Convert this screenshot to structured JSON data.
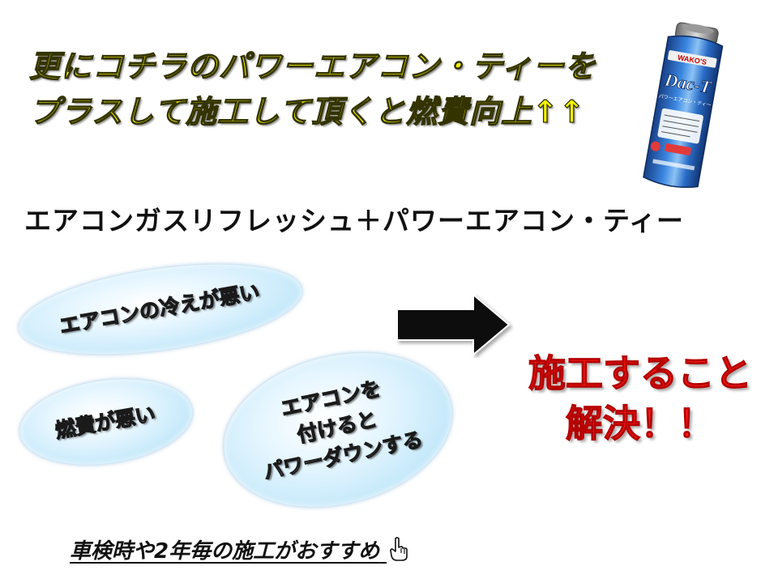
{
  "headline": {
    "line1": "更にコチラのパワーエアコン・ティーを",
    "line2": "プラスして施工して頂くと燃費向上↑↑"
  },
  "product": {
    "brand": "WAKO'S",
    "logo": "Dac-T",
    "label": "パワーエアコン・ティー",
    "icon": "product-can-image"
  },
  "subtitle": "エアコンガスリフレッシュ＋パワーエアコン・ティー",
  "problems": {
    "cooling": "エアコンの冷えが悪い",
    "fuel": "燃費が悪い",
    "power": [
      "エアコンを",
      "付けると",
      "パワーダウンする"
    ]
  },
  "solution": {
    "line1": "施工すること",
    "line2": "解決！！"
  },
  "footer": {
    "text": "車検時や2年毎の施工がおすすめ",
    "icon": "pointing-hand-icon"
  },
  "colors": {
    "headline": "#f5f500",
    "solution": "#ff1a1a",
    "bubble": "#b9e4f8",
    "can_blue": "#1f5fb5"
  }
}
